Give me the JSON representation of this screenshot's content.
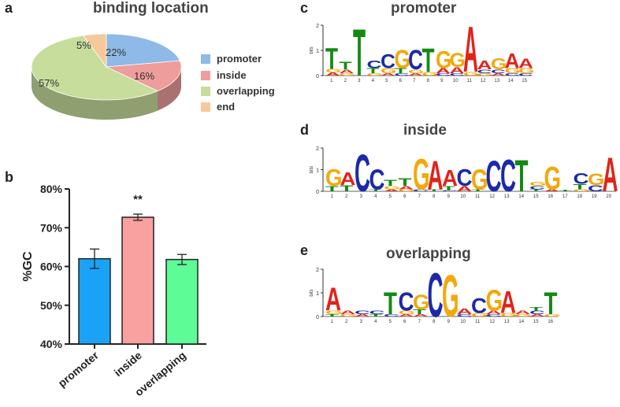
{
  "panels": {
    "a": {
      "letter": "a",
      "title": "binding location"
    },
    "b": {
      "letter": "b"
    },
    "c": {
      "letter": "c",
      "title": "promoter"
    },
    "d": {
      "letter": "d",
      "title": "inside"
    },
    "e": {
      "letter": "e",
      "title": "overlapping"
    }
  },
  "logo_axis": {
    "ylabel": "bits",
    "ticks": [
      "0",
      "1",
      "2"
    ]
  },
  "colors": {
    "A": "#e0241b",
    "C": "#1c2aa8",
    "G": "#f2a90c",
    "T": "#138a12",
    "promoter": "#8fb9e6",
    "inside": "#ee9c9c",
    "overlapping": "#c6dd9c",
    "end": "#f7c99a",
    "bar_promoter": "#1aa3f6",
    "bar_inside": "#f9a0a0",
    "bar_overlapping": "#5dfc96"
  },
  "chart_data": [
    {
      "type": "pie",
      "title": "binding location",
      "categories": [
        "promoter",
        "inside",
        "overlapping",
        "end"
      ],
      "values": [
        22,
        16,
        57,
        5
      ],
      "labels": [
        "22%",
        "16%",
        "57%",
        "5%"
      ],
      "legend": "right"
    },
    {
      "type": "bar",
      "categories": [
        "promoter",
        "inside",
        "overlapping"
      ],
      "values": [
        62,
        72.7,
        61.8
      ],
      "errors": [
        2.5,
        0.8,
        1.3
      ],
      "ylabel": "%GC",
      "ylim": [
        40,
        80
      ],
      "yticks": [
        "40%",
        "50%",
        "60%",
        "70%",
        "80%"
      ],
      "annotations": [
        {
          "category": "inside",
          "text": "**"
        }
      ]
    }
  ],
  "logos": {
    "promoter": {
      "positions": [
        "1",
        "2",
        "3",
        "4",
        "5",
        "6",
        "7",
        "8",
        "9",
        "10",
        "11",
        "12",
        "13",
        "14",
        "15"
      ],
      "columns": [
        [
          [
            "T",
            0.85
          ],
          [
            "G",
            0.15
          ],
          [
            "A",
            0.12
          ]
        ],
        [
          [
            "T",
            0.3
          ],
          [
            "A",
            0.15
          ],
          [
            "G",
            0.1
          ]
        ],
        [
          [
            "T",
            1.9
          ]
        ],
        [
          [
            "C",
            0.3
          ],
          [
            "T",
            0.2
          ],
          [
            "G",
            0.1
          ]
        ],
        [
          [
            "C",
            0.55
          ],
          [
            "G",
            0.2
          ],
          [
            "A",
            0.1
          ]
        ],
        [
          [
            "G",
            0.75
          ],
          [
            "T",
            0.2
          ],
          [
            "C",
            0.1
          ]
        ],
        [
          [
            "C",
            0.8
          ],
          [
            "G",
            0.15
          ],
          [
            "A",
            0.1
          ]
        ],
        [
          [
            "T",
            0.95
          ],
          [
            "G",
            0.15
          ]
        ],
        [
          [
            "G",
            0.7
          ],
          [
            "A",
            0.2
          ],
          [
            "C",
            0.1
          ]
        ],
        [
          [
            "G",
            0.55
          ],
          [
            "A",
            0.25
          ],
          [
            "C",
            0.1
          ]
        ],
        [
          [
            "A",
            1.85
          ],
          [
            "G",
            0.15
          ]
        ],
        [
          [
            "A",
            0.35
          ],
          [
            "C",
            0.15
          ],
          [
            "G",
            0.1
          ]
        ],
        [
          [
            "G",
            0.45
          ],
          [
            "C",
            0.15
          ],
          [
            "A",
            0.1
          ]
        ],
        [
          [
            "A",
            0.6
          ],
          [
            "G",
            0.2
          ],
          [
            "C",
            0.1
          ]
        ],
        [
          [
            "A",
            0.4
          ],
          [
            "G",
            0.2
          ],
          [
            "C",
            0.1
          ]
        ]
      ]
    },
    "inside": {
      "positions": [
        "1",
        "2",
        "3",
        "4",
        "5",
        "6",
        "7",
        "8",
        "9",
        "10",
        "11",
        "12",
        "13",
        "14",
        "15",
        "16",
        "17",
        "18",
        "19",
        "20"
      ],
      "columns": [
        [
          [
            "G",
            0.8
          ],
          [
            "T",
            0.25
          ]
        ],
        [
          [
            "A",
            0.6
          ],
          [
            "T",
            0.3
          ]
        ],
        [
          [
            "C",
            1.75
          ]
        ],
        [
          [
            "C",
            0.95
          ],
          [
            "T",
            0.1
          ]
        ],
        [
          [
            "T",
            0.3
          ],
          [
            "G",
            0.15
          ],
          [
            "A",
            0.1
          ]
        ],
        [
          [
            "T",
            0.35
          ],
          [
            "A",
            0.15
          ],
          [
            "G",
            0.1
          ]
        ],
        [
          [
            "G",
            1.45
          ],
          [
            "C",
            0.1
          ]
        ],
        [
          [
            "A",
            1.35
          ],
          [
            "T",
            0.1
          ]
        ],
        [
          [
            "A",
            0.75
          ],
          [
            "T",
            0.2
          ],
          [
            "C",
            0.05
          ]
        ],
        [
          [
            "C",
            0.8
          ],
          [
            "A",
            0.25
          ]
        ],
        [
          [
            "G",
            0.95
          ],
          [
            "T",
            0.1
          ]
        ],
        [
          [
            "C",
            1.45
          ]
        ],
        [
          [
            "C",
            1.5
          ]
        ],
        [
          [
            "T",
            1.5
          ]
        ],
        [
          [
            "G",
            0.2
          ],
          [
            "C",
            0.15
          ],
          [
            "T",
            0.1
          ]
        ],
        [
          [
            "G",
            1.1
          ],
          [
            "A",
            0.1
          ]
        ],
        [
          [
            "T",
            0.08
          ]
        ],
        [
          [
            "C",
            0.5
          ],
          [
            "T",
            0.25
          ],
          [
            "G",
            0.1
          ]
        ],
        [
          [
            "G",
            0.55
          ],
          [
            "C",
            0.3
          ]
        ],
        [
          [
            "A",
            1.6
          ]
        ]
      ]
    },
    "overlapping": {
      "positions": [
        "1",
        "2",
        "3",
        "4",
        "5",
        "6",
        "7",
        "8",
        "9",
        "10",
        "11",
        "12",
        "13",
        "14",
        "15",
        "16"
      ],
      "columns": [
        [
          [
            "A",
            1.0
          ],
          [
            "G",
            0.15
          ],
          [
            "T",
            0.1
          ]
        ],
        [
          [
            "A",
            0.15
          ],
          [
            "G",
            0.1
          ]
        ],
        [
          [
            "C",
            0.15
          ],
          [
            "A",
            0.1
          ]
        ],
        [
          [
            "C",
            0.15
          ],
          [
            "T",
            0.1
          ]
        ],
        [
          [
            "T",
            0.95
          ],
          [
            "C",
            0.1
          ]
        ],
        [
          [
            "C",
            0.8
          ],
          [
            "G",
            0.15
          ],
          [
            "A",
            0.1
          ]
        ],
        [
          [
            "G",
            0.65
          ],
          [
            "T",
            0.2
          ],
          [
            "A",
            0.1
          ]
        ],
        [
          [
            "C",
            1.9
          ]
        ],
        [
          [
            "G",
            1.8
          ]
        ],
        [
          [
            "A",
            0.25
          ],
          [
            "C",
            0.1
          ]
        ],
        [
          [
            "C",
            0.65
          ],
          [
            "G",
            0.15
          ]
        ],
        [
          [
            "G",
            0.9
          ],
          [
            "A",
            0.15
          ],
          [
            "C",
            0.1
          ]
        ],
        [
          [
            "A",
            0.95
          ],
          [
            "G",
            0.15
          ]
        ],
        [
          [
            "A",
            0.15
          ],
          [
            "G",
            0.1
          ]
        ],
        [
          [
            "C",
            0.15
          ],
          [
            "T",
            0.15
          ],
          [
            "A",
            0.1
          ]
        ],
        [
          [
            "T",
            0.95
          ],
          [
            "G",
            0.1
          ]
        ]
      ]
    }
  }
}
